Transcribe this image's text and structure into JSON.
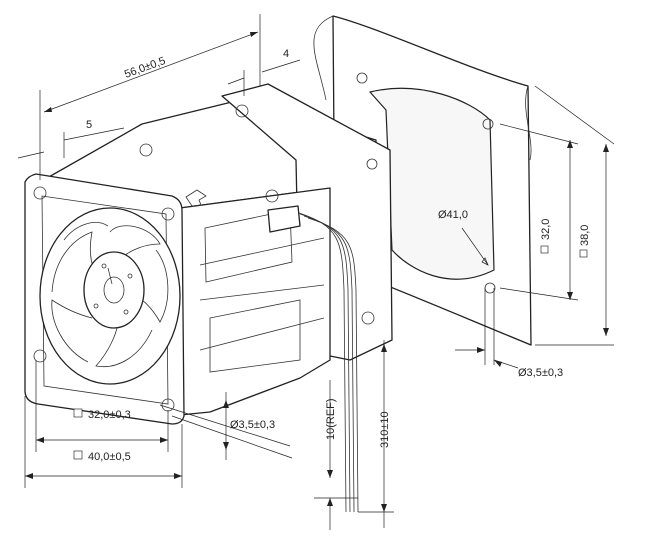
{
  "labels": {
    "overall_length": "56,0±0,5",
    "flange_thickness": "4",
    "frame_offset": "5",
    "hole_circle": "Ø41,0",
    "panel_hole_spacing": "32,0",
    "panel_size": "38,0",
    "panel_mount_hole": "Ø3,5±0,3",
    "front_hole_spacing": "32,0±0,3",
    "front_frame_size": "40,0±0,5",
    "front_mount_hole": "Ø3,5±0,3",
    "lead_strip": "10(REF)",
    "lead_length": "310±10"
  }
}
